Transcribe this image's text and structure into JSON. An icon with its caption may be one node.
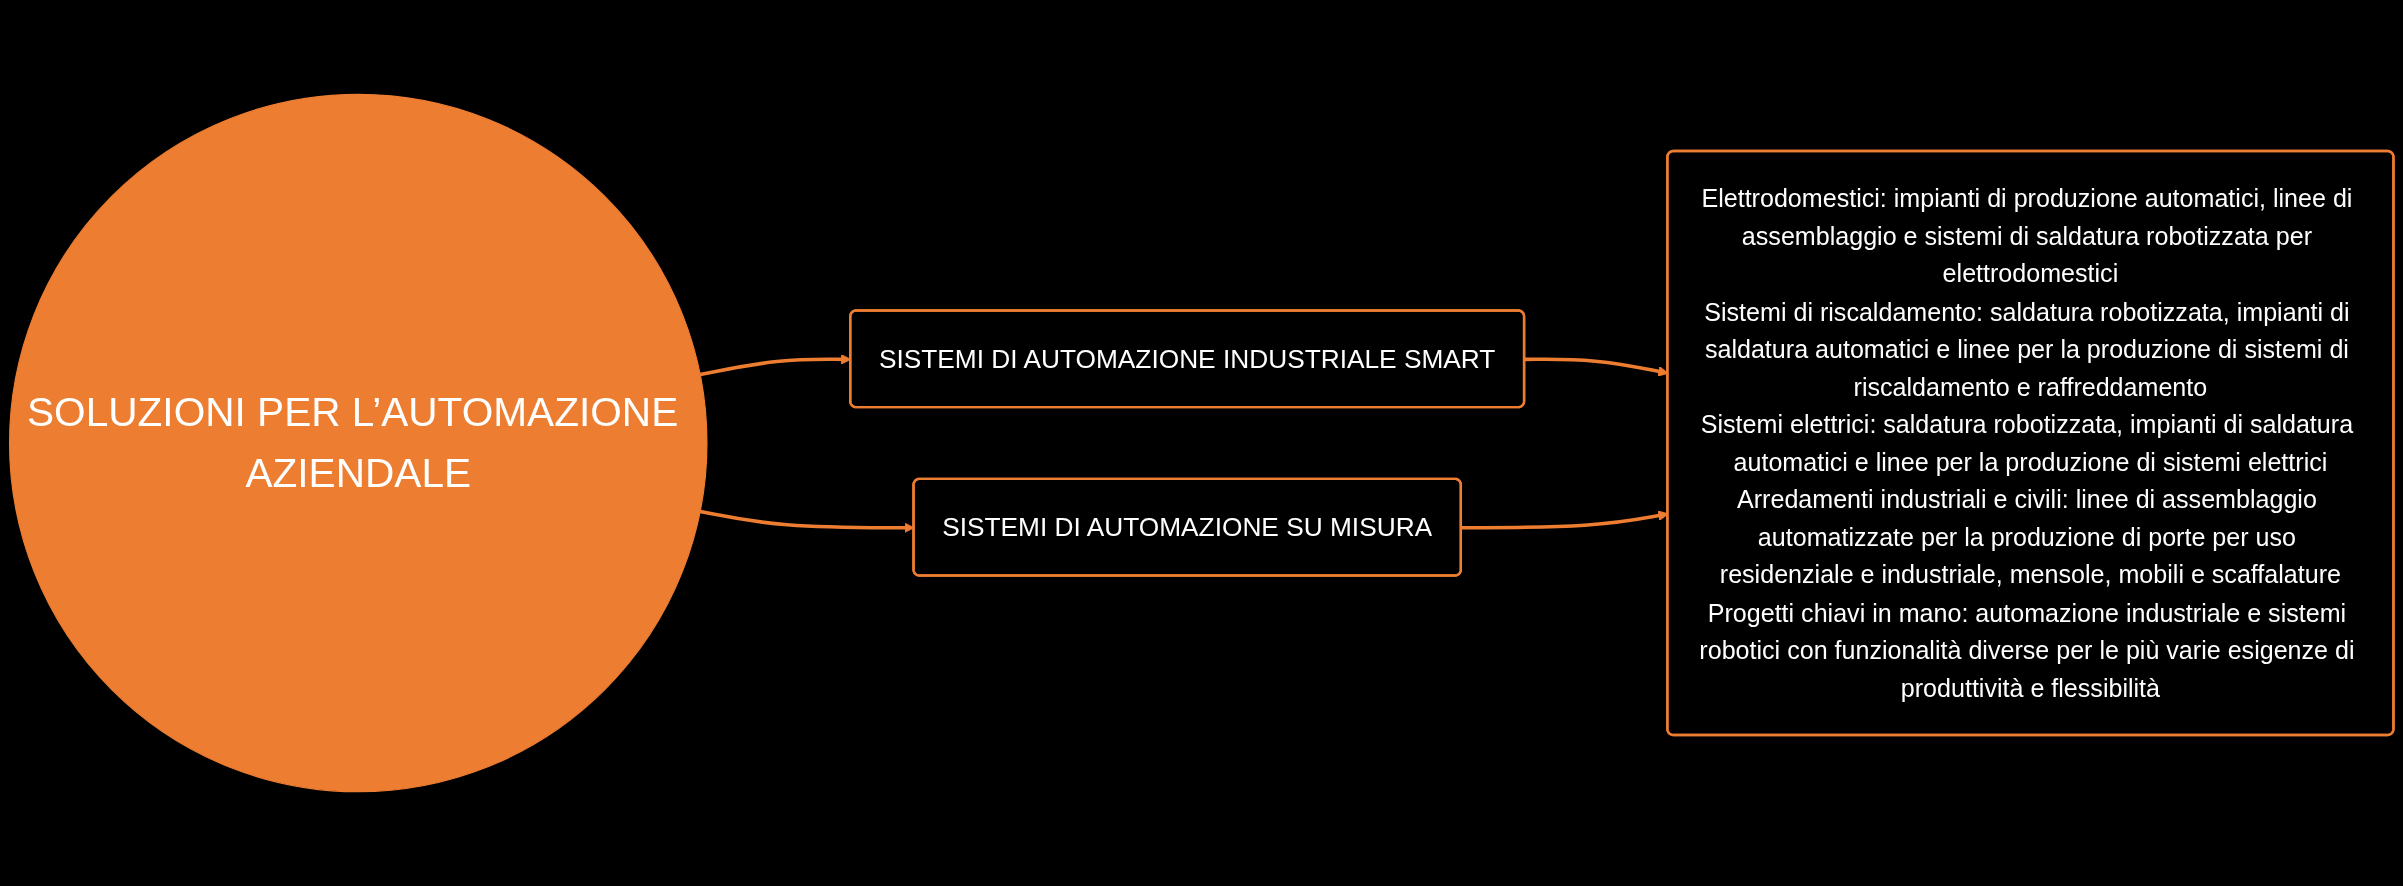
{
  "diagram": {
    "nodes": [
      {
        "text": [
          "SOLUZIONI PER L’AUTOMAZIONE AZIENDALE"
        ]
      },
      {
        "text": [
          "SISTEMI DI AUTOMAZIONE INDUSTRIALE SMART"
        ]
      },
      {
        "text": [
          "SISTEMI DI AUTOMAZIONE SU MISURA"
        ]
      },
      {
        "text": [
          "Elettrodomestici: impianti di produzione automatici, linee di assemblaggio e sistemi di saldatura robotizzata per elettrodomestici",
          "Sistemi di riscaldamento: saldatura robotizzata, impianti di saldatura automatici e linee per la produzione di sistemi di riscaldamento e raffreddamento",
          "Sistemi elettrici: saldatura robotizzata, impianti di saldatura automatici e linee per la produzione di sistemi elettrici",
          "Arredamenti industriali e civili: linee di assemblaggio automatizzate per la produzione di porte per uso residenziale e industriale, mensole, mobili e scaffalature",
          "Progetti chiavi in mano: automazione industriale e sistemi robotici con funzionalità diverse per le più varie esigenze di produttività e flessibilità"
        ]
      }
    ],
    "edges": [
      {
        "from": 0,
        "to": 1,
        "arrow": "to"
      },
      {
        "from": 0,
        "to": 2,
        "arrow": "to"
      },
      {
        "from": 1,
        "to": 3,
        "arrow": "to"
      },
      {
        "from": 2,
        "to": 3,
        "arrow": "to"
      }
    ]
  }
}
